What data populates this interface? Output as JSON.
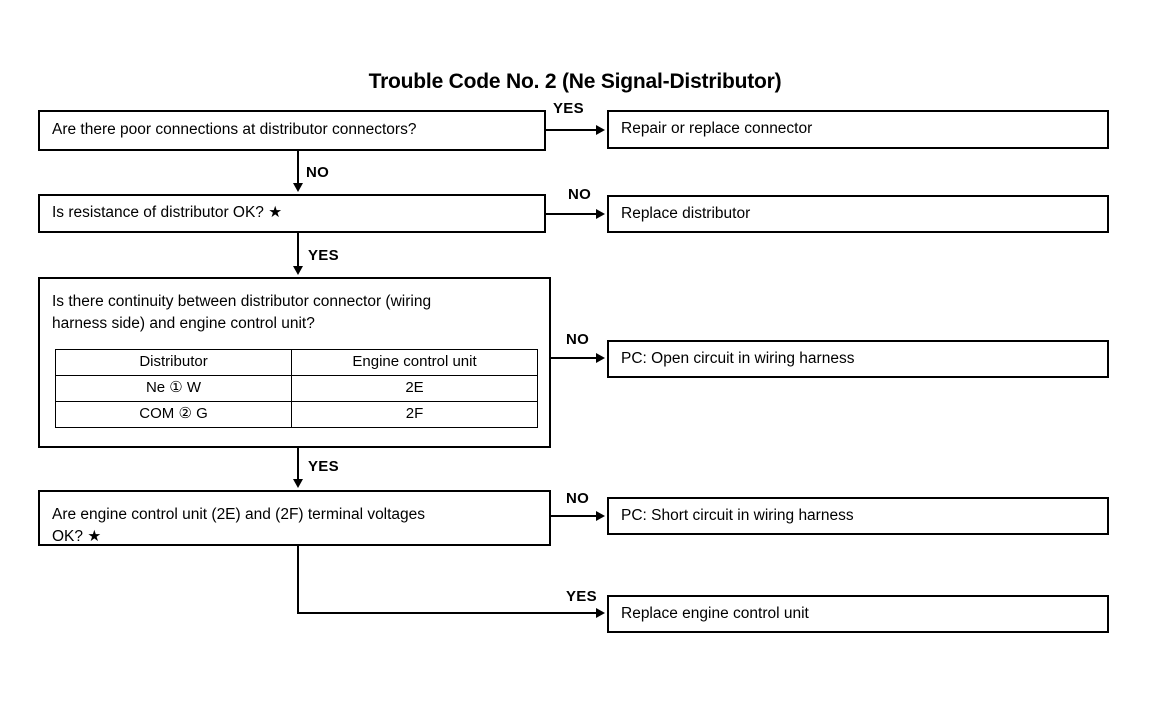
{
  "title": "Trouble Code No. 2 (Ne Signal-Distributor)",
  "flow": {
    "questions": [
      {
        "id": "q1",
        "text": "Are there poor connections at distributor connectors?"
      },
      {
        "id": "q2",
        "text": "Is resistance of distributor OK? ★"
      },
      {
        "id": "q3",
        "text": "Is there continuity between distributor connector (wiring\nharness side) and engine control unit?"
      },
      {
        "id": "q4",
        "text": "Are engine control unit (2E) and (2F) terminal voltages\nOK? ★"
      }
    ],
    "results": [
      {
        "id": "r1",
        "text": "Repair or replace connector"
      },
      {
        "id": "r2",
        "text": "Replace distributor"
      },
      {
        "id": "r3",
        "text": "PC: Open circuit in wiring harness"
      },
      {
        "id": "r4",
        "text": "PC: Short circuit in wiring harness"
      },
      {
        "id": "r5",
        "text": "Replace engine control unit"
      }
    ],
    "branch_labels": {
      "q1_yes": "YES",
      "q1_no": "NO",
      "q2_no": "NO",
      "q2_yes": "YES",
      "q3_no": "NO",
      "q3_yes": "YES",
      "q4_no": "NO",
      "q4_yes": "YES"
    }
  },
  "continuity_table": {
    "headers": [
      "Distributor",
      "Engine control unit"
    ],
    "rows": [
      {
        "distributor": "Ne ① W",
        "ecu": "2E"
      },
      {
        "distributor": "COM ② G",
        "ecu": "2F"
      }
    ]
  }
}
